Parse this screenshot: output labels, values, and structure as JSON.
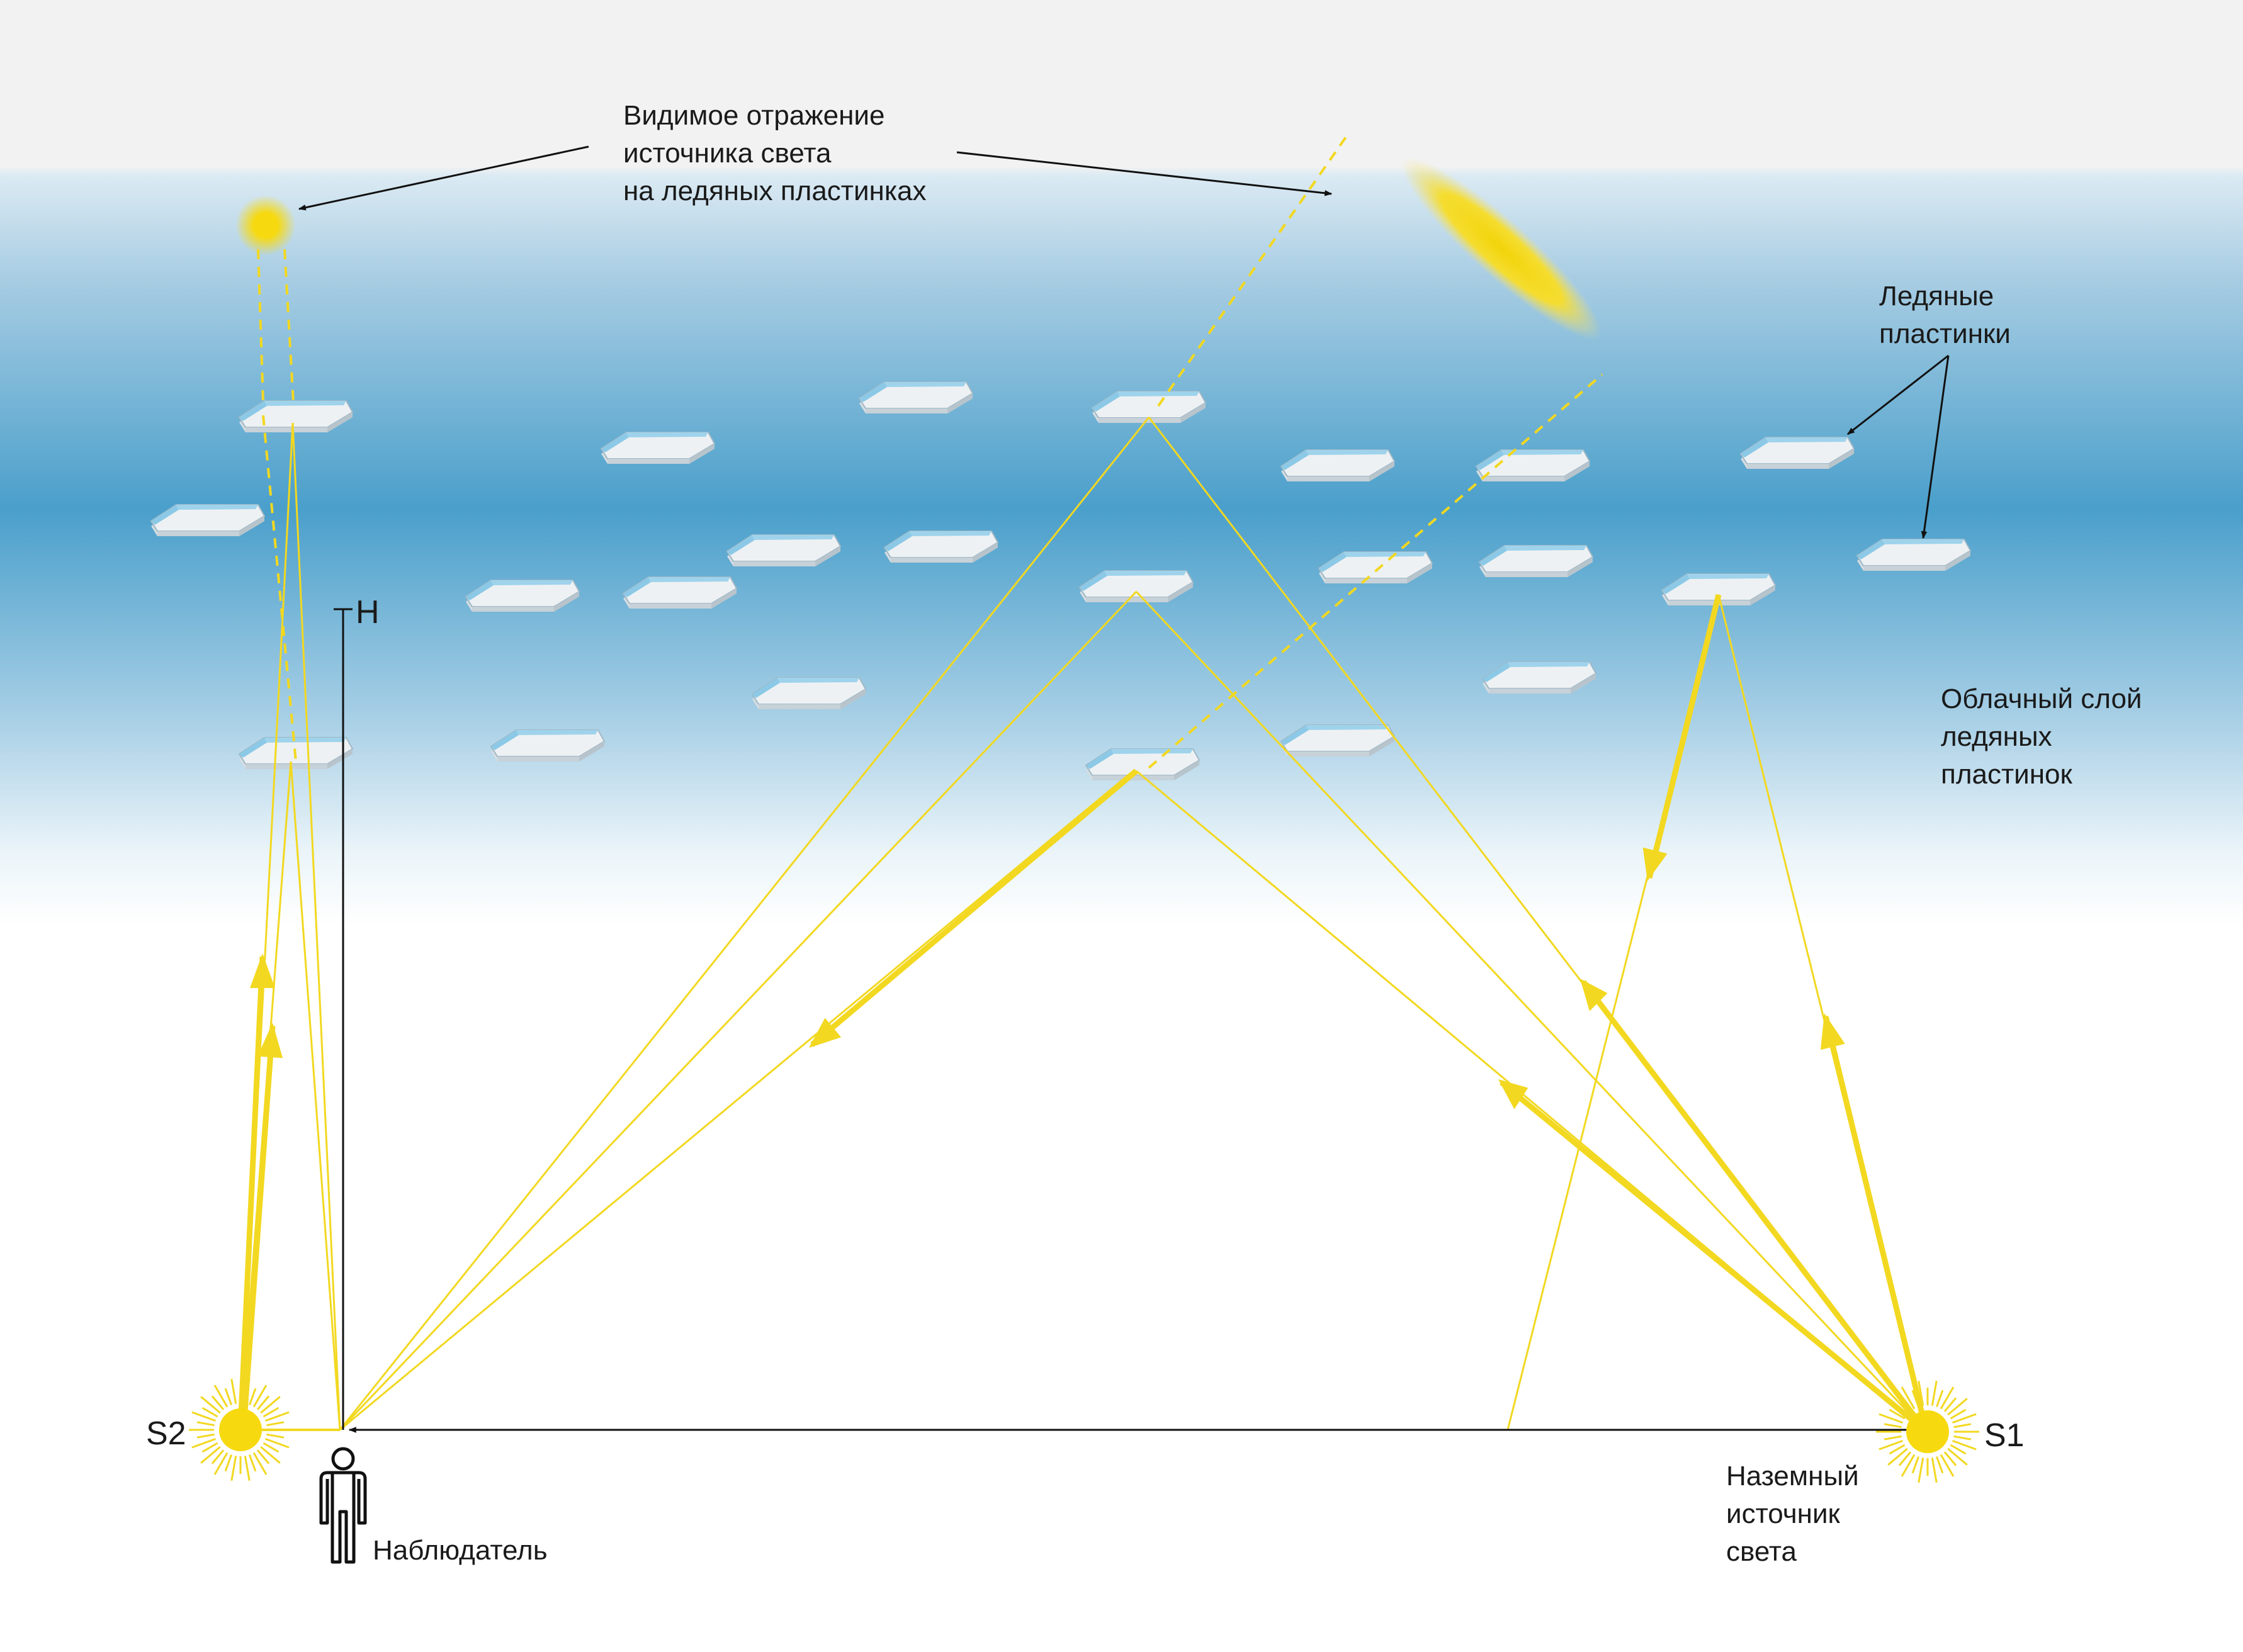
{
  "labels": {
    "reflection": [
      "Видимое отражение",
      "источника света",
      "на ледяных пластинках"
    ],
    "ice_plates": [
      "Ледяные",
      "пластинки"
    ],
    "cloud_layer": [
      "Облачный слой",
      "ледяных",
      "пластинок"
    ],
    "height": "H",
    "source_s2": "S2",
    "source_s1": "S1",
    "ground_source": [
      "Наземный",
      "источник",
      "света"
    ],
    "observer": "Наблюдатель"
  },
  "colors": {
    "sky_top": "#f2f2f2",
    "cloud_band": "#4aa0cc",
    "ray": "#f2d820",
    "sun": "#f7d90f",
    "plate_top": "#eef1f3",
    "plate_edge": "#8cc9e6",
    "text": "#1a1a1a"
  },
  "icons": [
    "sun-icon",
    "observer-icon",
    "hex-plate-icon",
    "arrow-icon"
  ]
}
